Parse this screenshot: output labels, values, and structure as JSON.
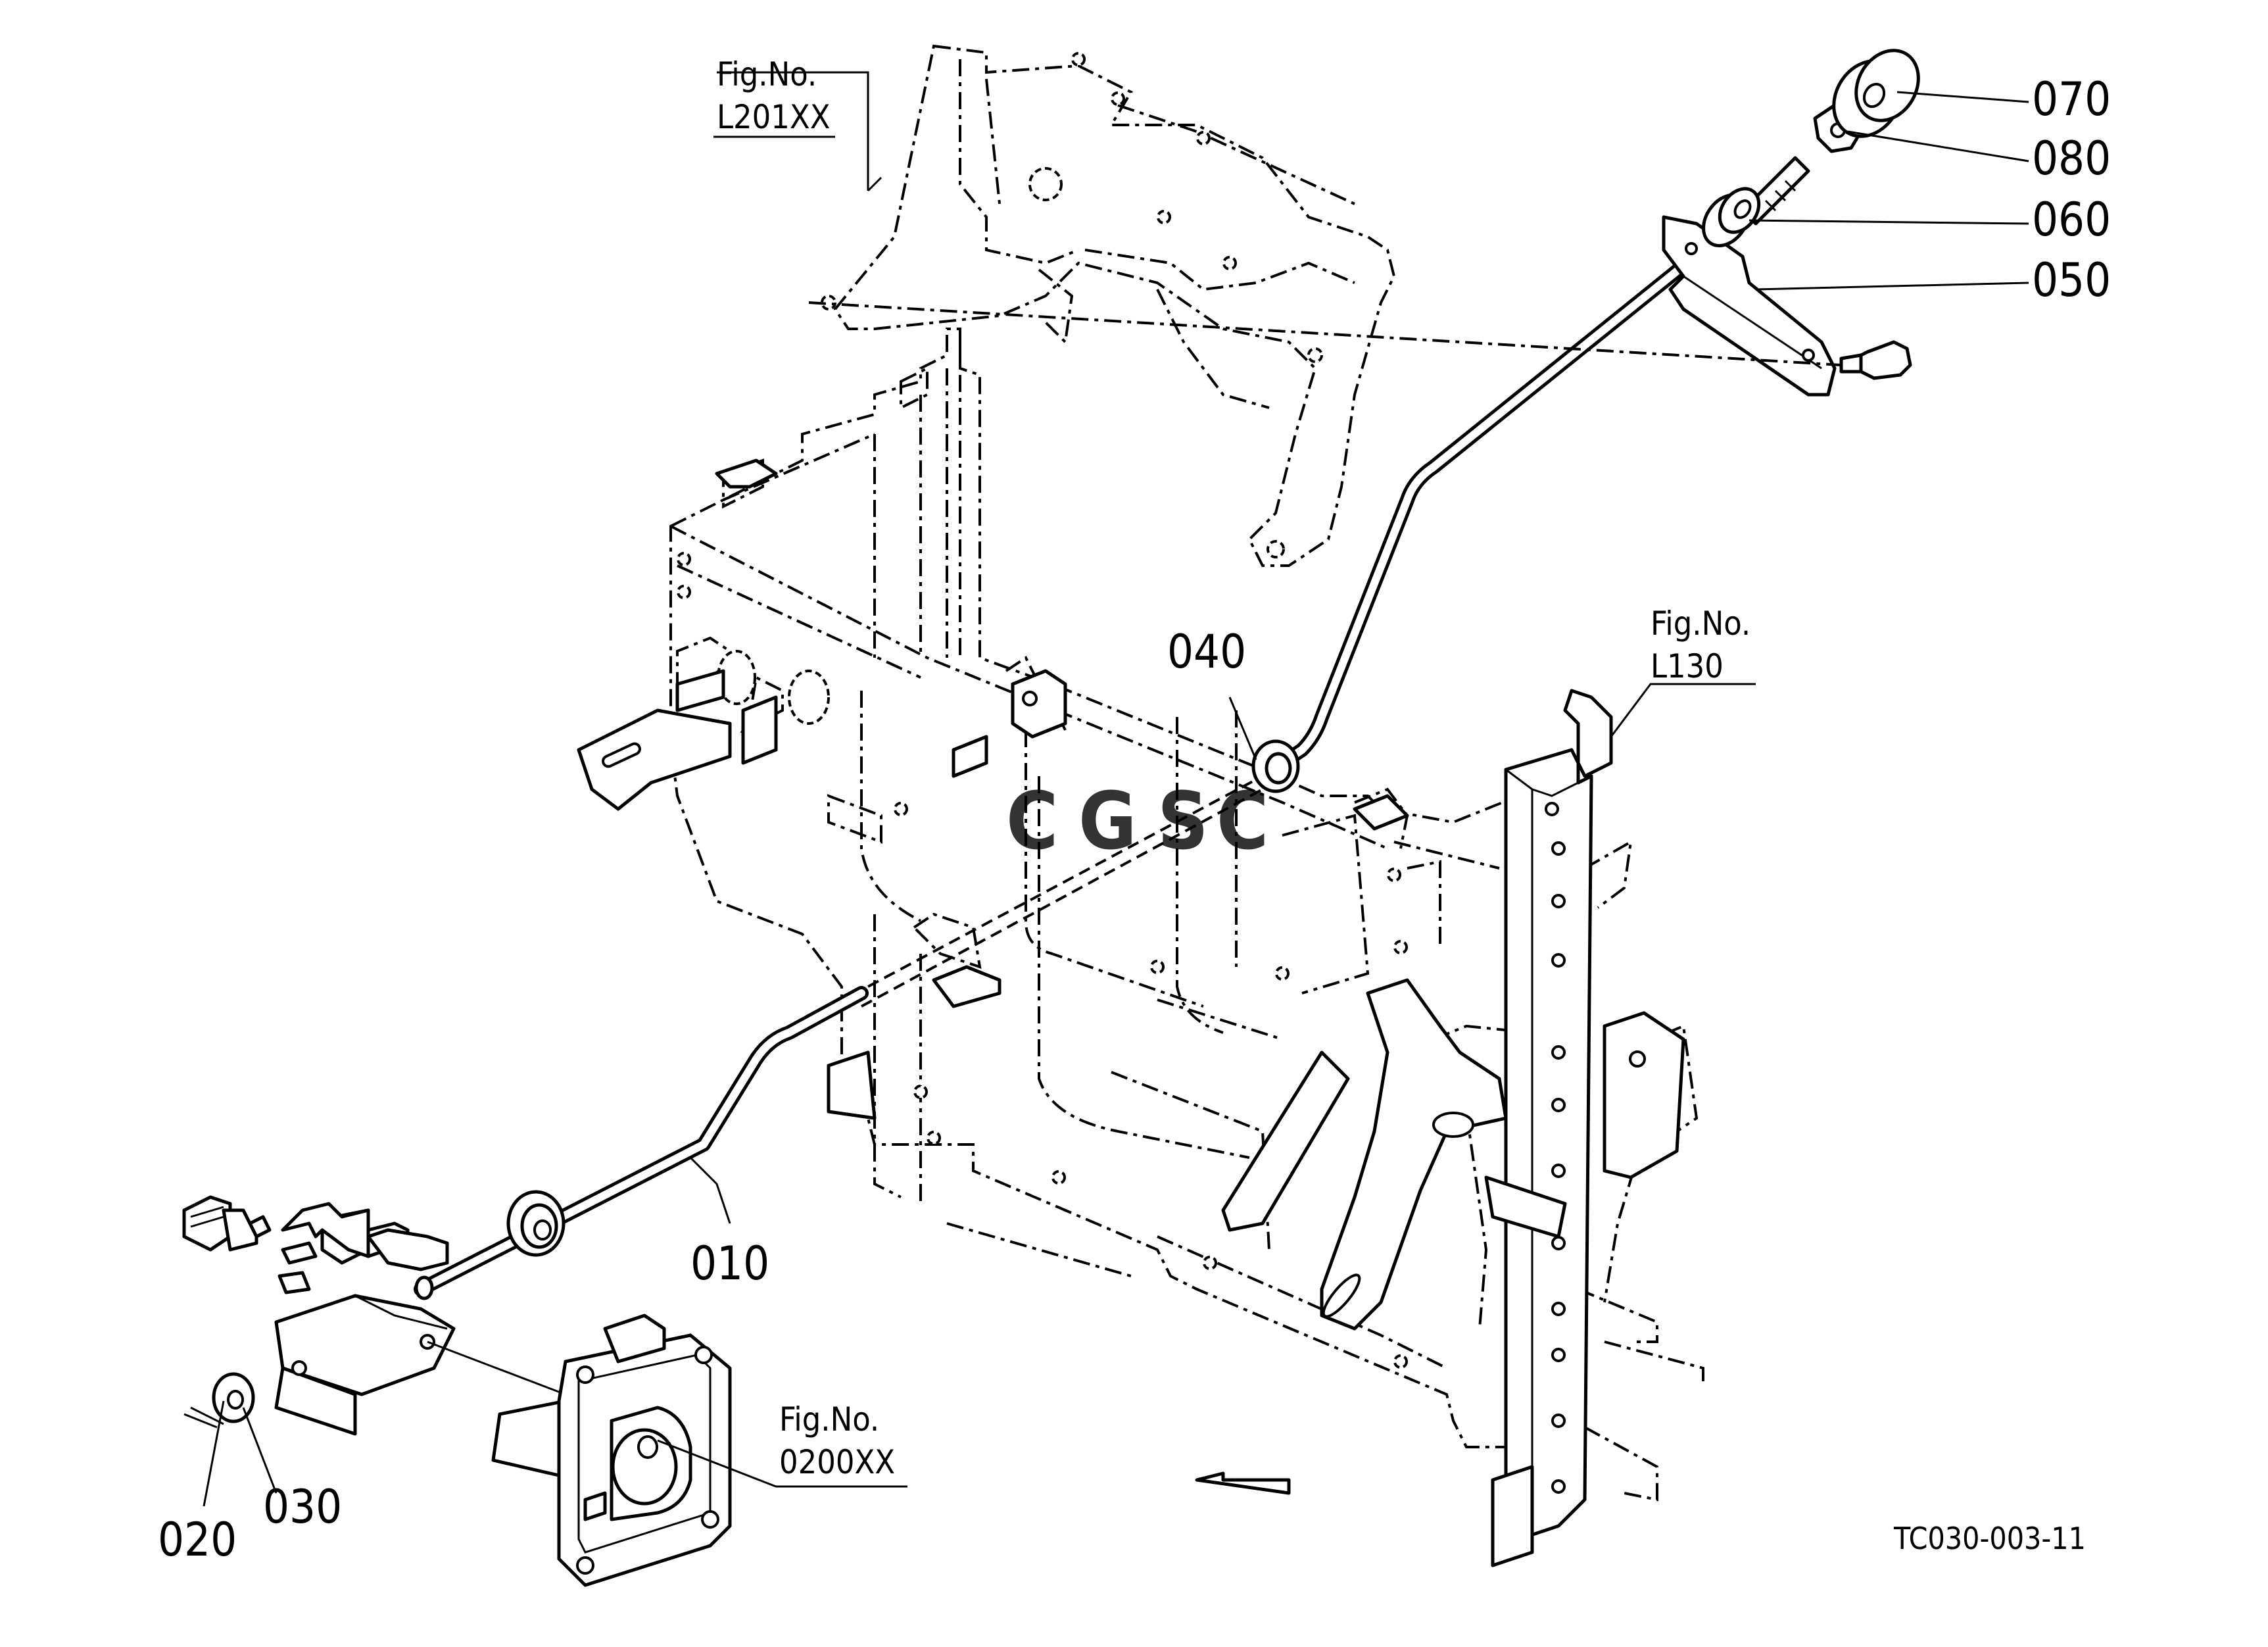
{
  "diagram": {
    "drawing_code": "TC030-003-11",
    "watermark": "CGSC",
    "watermark_colors": [
      "#4285F4",
      "#EA4335",
      "#FBBC05",
      "#34A853"
    ],
    "figure_refs": [
      {
        "fig_label": "Fig.No.",
        "number": "L201XX"
      },
      {
        "fig_label": "Fig.No.",
        "number": "L130"
      },
      {
        "fig_label": "Fig.No.",
        "number": "0200XX"
      }
    ],
    "part_callouts": [
      {
        "number": "070"
      },
      {
        "number": "080"
      },
      {
        "number": "060"
      },
      {
        "number": "050"
      },
      {
        "number": "040"
      },
      {
        "number": "010"
      },
      {
        "number": "020"
      },
      {
        "number": "030"
      }
    ]
  }
}
